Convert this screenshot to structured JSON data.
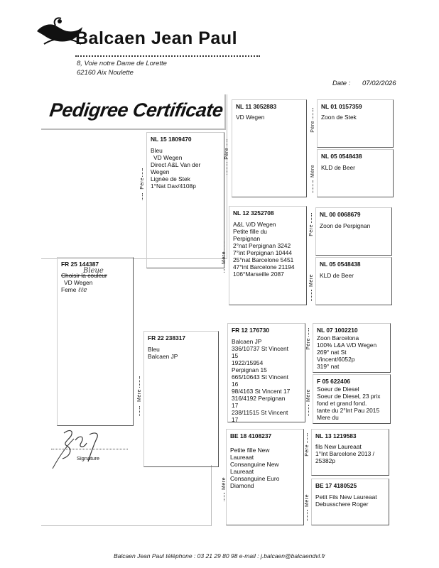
{
  "header": {
    "name": "Balcaen Jean Paul",
    "address_line1": "8, Voie notre Dame de Lorette",
    "address_line2": "62160 Aix Noulette",
    "date_label": "Date :",
    "date_value": "07/02/2026"
  },
  "title": "Pedigree Certificate",
  "subject": {
    "ring": "FR 25 144387",
    "color_handwritten": "Bleue",
    "color_placeholder": "Choisir la couleur",
    "line": "VD Wegen",
    "sex_label": "Feme"
  },
  "relations": {
    "father": "Père",
    "mother": "Mère"
  },
  "pedigree": {
    "sire": {
      "ring": "NL 15 1809470",
      "lines": [
        "Bleu",
        "VD Wegen",
        "Direct A&L Van der Wegen",
        "Lignée de Stek",
        "1°Nat Dax/4108p"
      ]
    },
    "dam": {
      "ring": "FR 22 238317",
      "lines": [
        "Bleu",
        "Balcaen JP"
      ]
    },
    "sire_sire": {
      "ring": "NL 11 3052883",
      "lines": [
        "VD Wegen"
      ]
    },
    "sire_dam": {
      "ring": "NL 12 3252708",
      "lines": [
        "A&L V/D Wegen",
        "Petite fille du Perpignan",
        "2°nat Perpignan 3242",
        "7°int Perpignan 10444",
        "25°nat Barcelone 5451",
        "47°int Barcelone 21194",
        "106°Marseille 2087"
      ]
    },
    "dam_sire": {
      "ring": "FR 12 176730",
      "lines": [
        "Balcaen JP",
        "336/10737 St Vincent 15",
        "1922/15954 Perpignan 15",
        "665/10643 St Vincent 16",
        "98/4163 St Vincent 17",
        "316/4192 Perpignan 17",
        "238/11515 St Vincent 17"
      ]
    },
    "dam_dam": {
      "ring": "BE 18 4108237",
      "lines": [
        "Petite fille New Laureaat",
        "Consanguine New Laureaat",
        "Consanguine Euro Diamond"
      ]
    },
    "ss_sire": {
      "ring": "NL 01 0157359",
      "lines": [
        "Zoon de Stek"
      ]
    },
    "ss_dam": {
      "ring": "NL 05 0548438",
      "lines": [
        "KLD de Beer"
      ]
    },
    "sd_sire": {
      "ring": "NL 00 0068679",
      "lines": [
        "Zoon de Perpignan"
      ]
    },
    "sd_dam": {
      "ring": "NL 05 0548438",
      "lines": [
        "KLD de Beer"
      ]
    },
    "ds_sire": {
      "ring": "NL 07 1002210",
      "lines": [
        "Zoon Barcelona",
        "100% L&A V/D Wegen",
        "269° nat St Vincent/6052p",
        "319° nat"
      ]
    },
    "ds_dam": {
      "ring": "F 05 622406",
      "lines": [
        "Soeur de Diesel",
        "Soeur de Diesel, 23 prix fond et grand fond.",
        "tante du 2°Int Pau 2015",
        "Mere du"
      ]
    },
    "dd_sire": {
      "ring": "NL 13 1219583",
      "lines": [
        "fils New Laureaat",
        "1°Int Barcelone 2013 / 25382p"
      ]
    },
    "dd_dam": {
      "ring": "BE 17 4180525",
      "lines": [
        "Petit Fils New Laureaat",
        "Debusschere Roger"
      ]
    }
  },
  "signature_label": "Signature",
  "footer": "Balcaen Jean Paul   téléphone : 03 21 29 80 98   e-mail : j.balcaen@balcaendvl.fr"
}
